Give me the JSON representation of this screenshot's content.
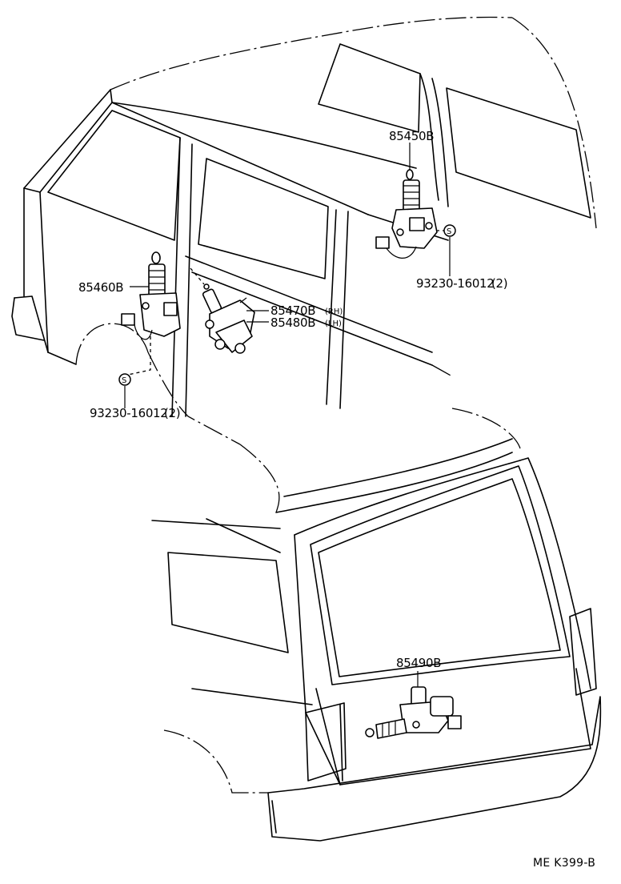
{
  "parts": {
    "p85450": {
      "number": "85450B"
    },
    "p85460": {
      "number": "85460B"
    },
    "p85470": {
      "number": "85470B",
      "side": "(RH)"
    },
    "p85480": {
      "number": "85480B",
      "side": "(LH)"
    },
    "p85490": {
      "number": "85490B"
    },
    "screw_right": {
      "symbol": "S",
      "number": "93230-16012",
      "qty": "(2)"
    },
    "screw_left": {
      "symbol": "S",
      "number": "93230-16012",
      "qty": "(2)"
    }
  },
  "diagram_code": "ME K399-B"
}
